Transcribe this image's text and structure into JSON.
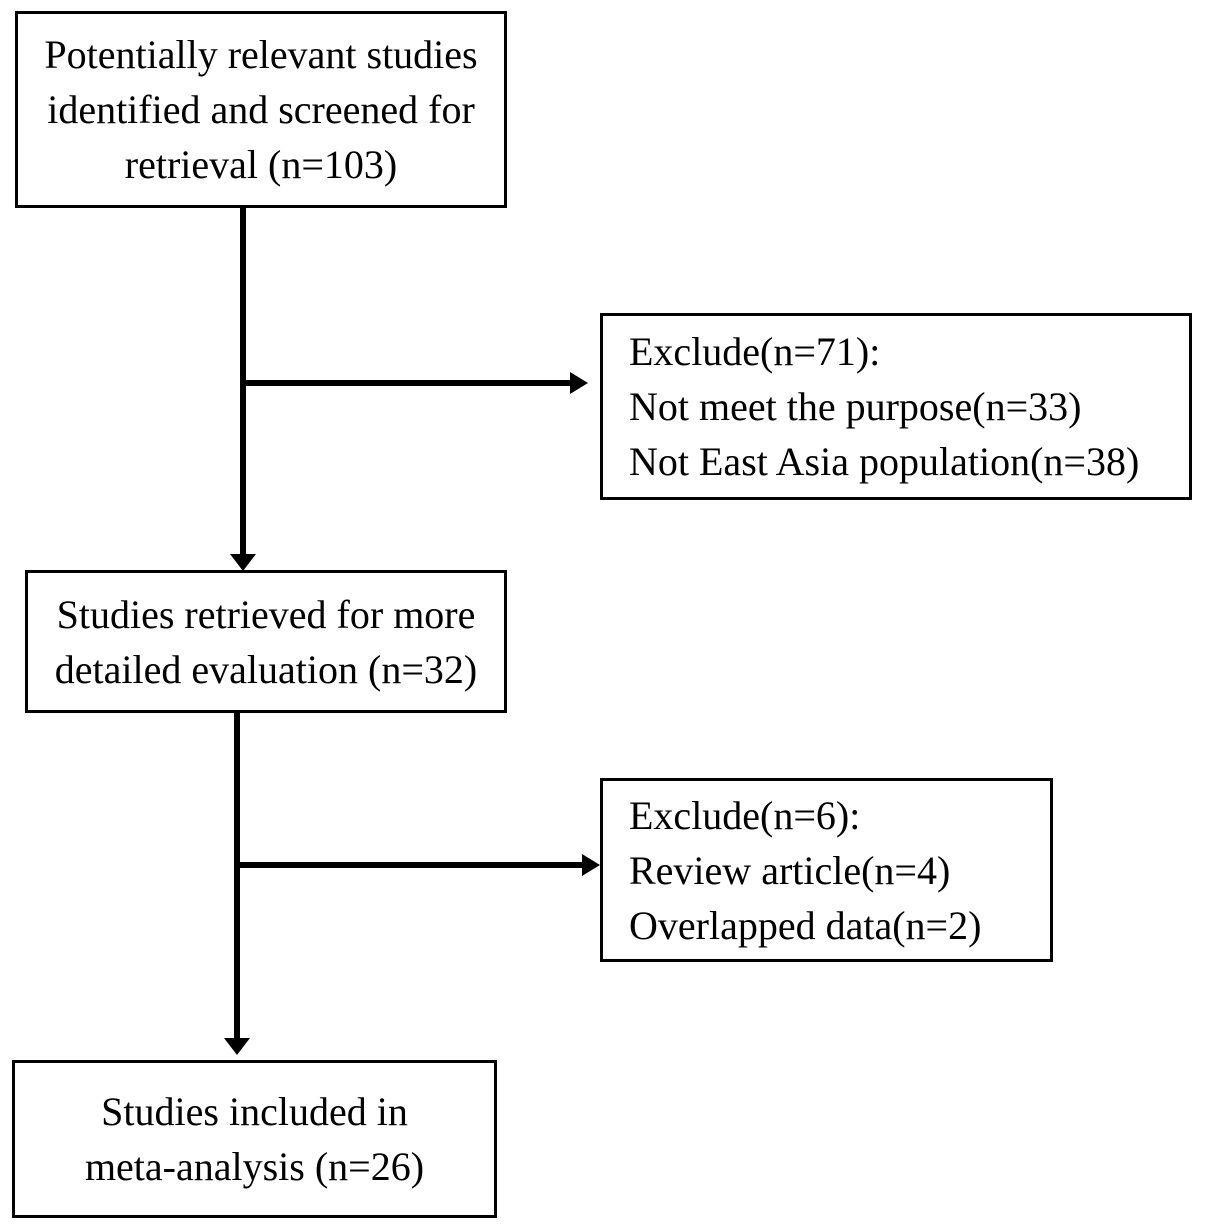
{
  "diagram": {
    "kind": "study-selection-flowchart",
    "colors": {
      "background": "#ffffff",
      "line": "#000000",
      "text": "#000000"
    },
    "nodes": {
      "screened": {
        "lines": [
          "Potentially relevant studies",
          "identified and screened for",
          "retrieval (n=103)"
        ],
        "n": 103
      },
      "excluded_screening": {
        "lines": [
          "Exclude(n=71):",
          "Not meet the purpose(n=33)",
          "Not East Asia population(n=38)"
        ],
        "n": 71,
        "reasons": [
          {
            "label": "Not meet the purpose",
            "n": 33
          },
          {
            "label": "Not East Asia population",
            "n": 38
          }
        ]
      },
      "retrieved": {
        "lines": [
          "Studies retrieved for more",
          "detailed evaluation (n=32)"
        ],
        "n": 32
      },
      "excluded_evaluation": {
        "lines": [
          "Exclude(n=6):",
          "Review article(n=4)",
          "Overlapped data(n=2)"
        ],
        "n": 6,
        "reasons": [
          {
            "label": "Review article",
            "n": 4
          },
          {
            "label": "Overlapped data",
            "n": 2
          }
        ]
      },
      "included": {
        "lines": [
          "Studies included in",
          "meta-analysis (n=26)"
        ],
        "n": 26
      }
    },
    "edges": [
      {
        "from": "screened",
        "to": "retrieved",
        "direction": "down"
      },
      {
        "from": "screened",
        "to": "excluded_screening",
        "direction": "right"
      },
      {
        "from": "retrieved",
        "to": "included",
        "direction": "down"
      },
      {
        "from": "retrieved",
        "to": "excluded_evaluation",
        "direction": "right"
      }
    ]
  }
}
